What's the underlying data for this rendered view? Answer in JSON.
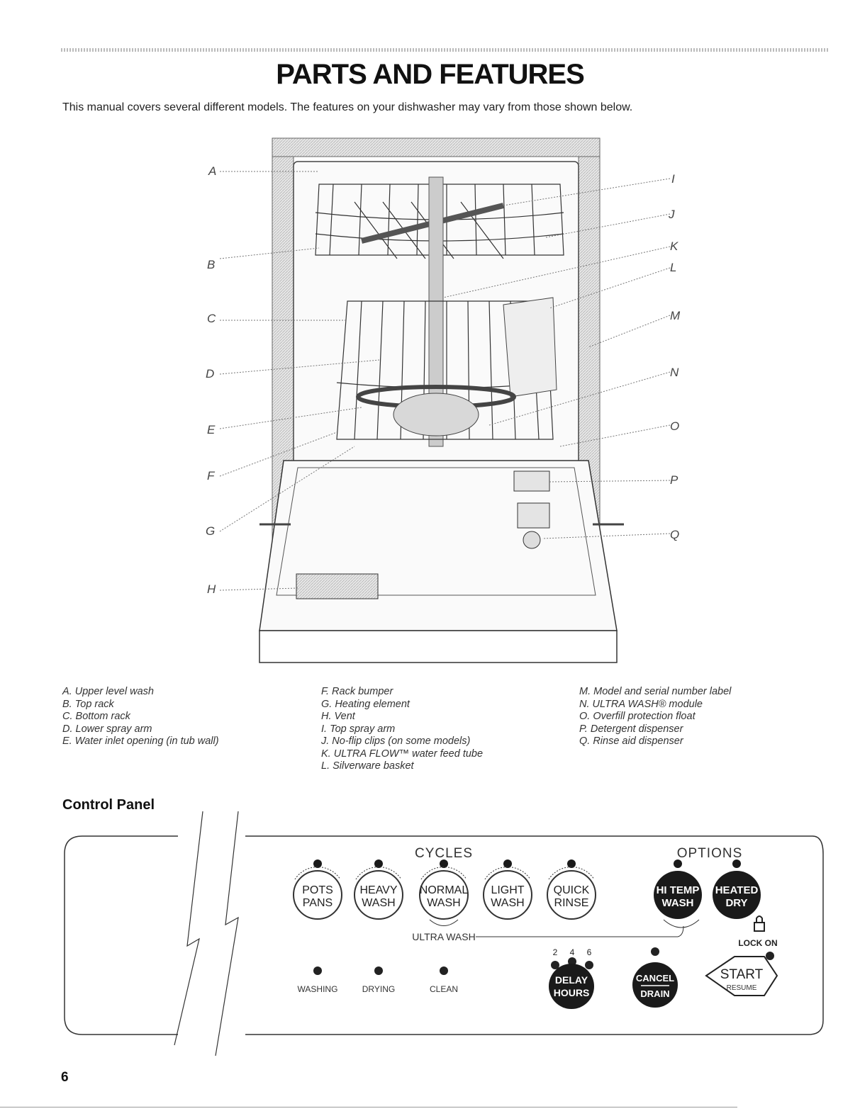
{
  "page": {
    "title": "PARTS AND FEATURES",
    "intro": "This manual covers several different models. The features on your dishwasher may vary from those shown below.",
    "page_number": "6"
  },
  "diagram": {
    "callouts_left": [
      "A",
      "B",
      "C",
      "D",
      "E",
      "F",
      "G",
      "H"
    ],
    "callouts_right": [
      "I",
      "J",
      "K",
      "L",
      "M",
      "N",
      "O",
      "P",
      "Q"
    ]
  },
  "legend": {
    "col1": [
      "A. Upper level wash",
      "B. Top rack",
      "C. Bottom rack",
      "D. Lower spray arm",
      "E. Water inlet opening (in tub wall)"
    ],
    "col2": [
      "F. Rack bumper",
      "G. Heating element",
      "H. Vent",
      "I. Top spray arm",
      "J. No-flip clips (on some models)",
      "K. ULTRA FLOW™ water feed tube",
      "L. Silverware basket"
    ],
    "col3": [
      "M. Model and serial number label",
      "N. ULTRA WASH® module",
      "O. Overfill protection float",
      "P. Detergent dispenser",
      "Q. Rinse aid dispenser"
    ]
  },
  "control_panel": {
    "heading": "Control Panel",
    "cycles_label": "CYCLES",
    "options_label": "OPTIONS",
    "cycle_buttons": [
      {
        "line1": "POTS",
        "line2": "PANS"
      },
      {
        "line1": "HEAVY",
        "line2": "WASH"
      },
      {
        "line1": "NORMAL",
        "line2": "WASH"
      },
      {
        "line1": "LIGHT",
        "line2": "WASH"
      },
      {
        "line1": "QUICK",
        "line2": "RINSE"
      }
    ],
    "option_buttons": [
      {
        "line1": "HI TEMP",
        "line2": "WASH"
      },
      {
        "line1": "HEATED",
        "line2": "DRY"
      }
    ],
    "ultra_wash_label": "ULTRA WASH",
    "lock_label": "LOCK ON",
    "delay_hours": [
      "2",
      "4",
      "6"
    ],
    "delay_button": {
      "line1": "DELAY",
      "line2": "HOURS"
    },
    "cancel_button": {
      "line1": "CANCEL",
      "line2": "DRAIN"
    },
    "start_button": {
      "line1": "START",
      "line2": "RESUME"
    },
    "status_indicators": [
      "WASHING",
      "DRYING",
      "CLEAN"
    ],
    "colors": {
      "dark_button": "#1a1a1a",
      "panel_line": "#333333"
    }
  }
}
